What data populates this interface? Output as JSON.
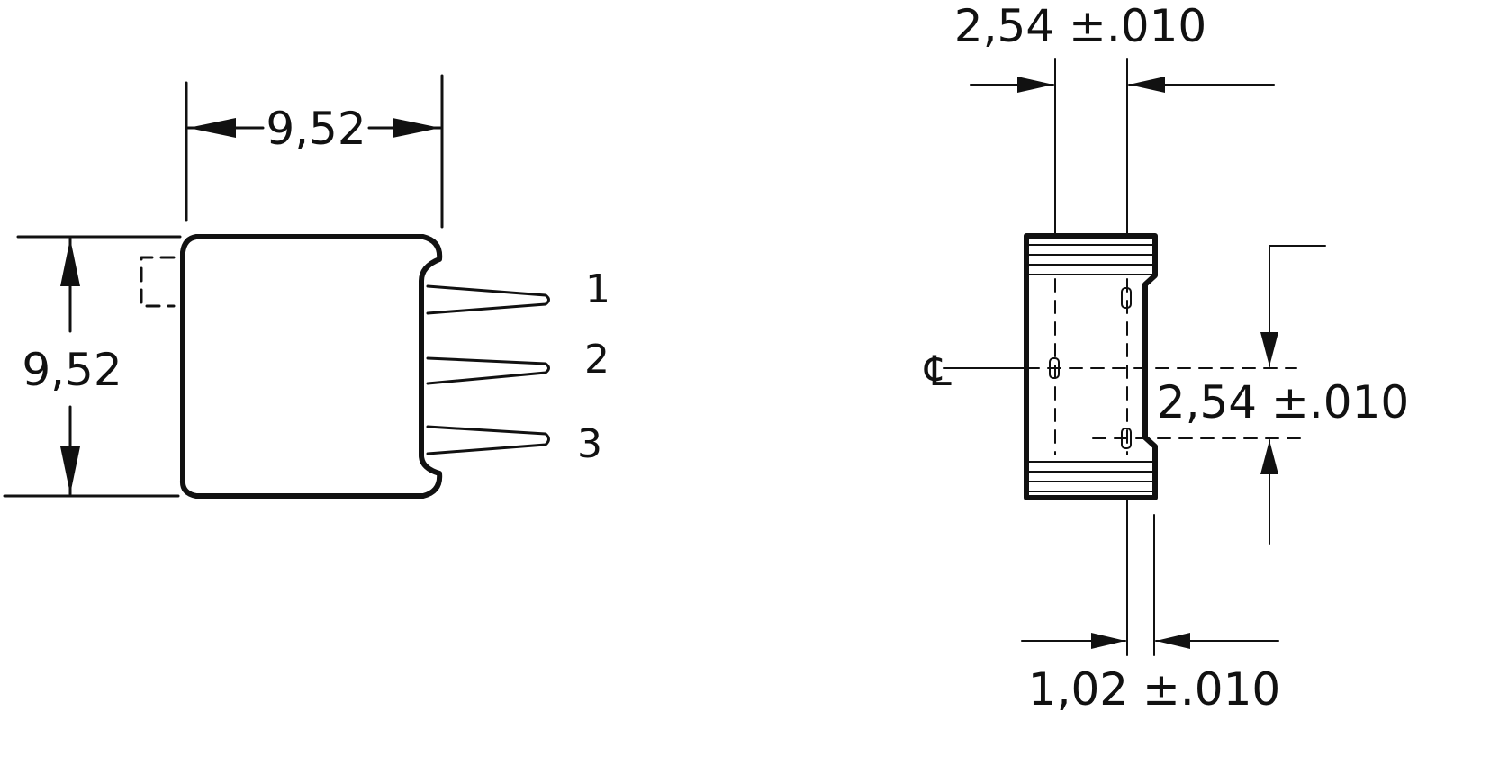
{
  "front_view": {
    "width_dimension": "9,52",
    "height_dimension": "9,52",
    "pins": [
      "1",
      "2",
      "3"
    ]
  },
  "side_view": {
    "pin_spacing_top": "2,54 ±.010",
    "pin_spacing_right": "2,54 ±.010",
    "pin_width_bottom": "1,02 ±.010",
    "centerline_symbol": "℄"
  }
}
